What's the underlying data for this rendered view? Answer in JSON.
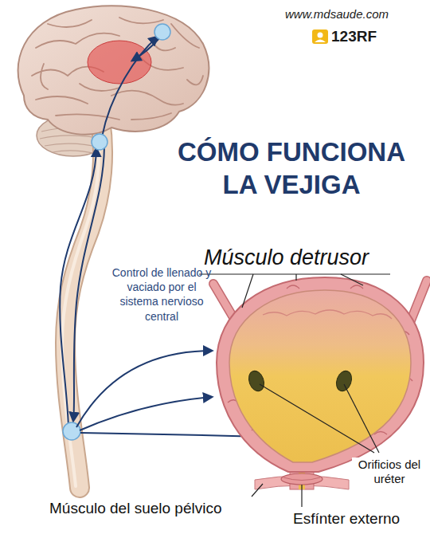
{
  "diagram": {
    "title": "CÓMO FUNCIONA LA VEJIGA",
    "labels": [
      "www.mdsaude.com",
      "123RF",
      "Músculo detrusor",
      "Control de llenado y vaciado por el sistema nervioso central",
      "Orificios del uréter",
      "Músculo del suelo pélvico",
      "Esfínter externo"
    ]
  }
}
